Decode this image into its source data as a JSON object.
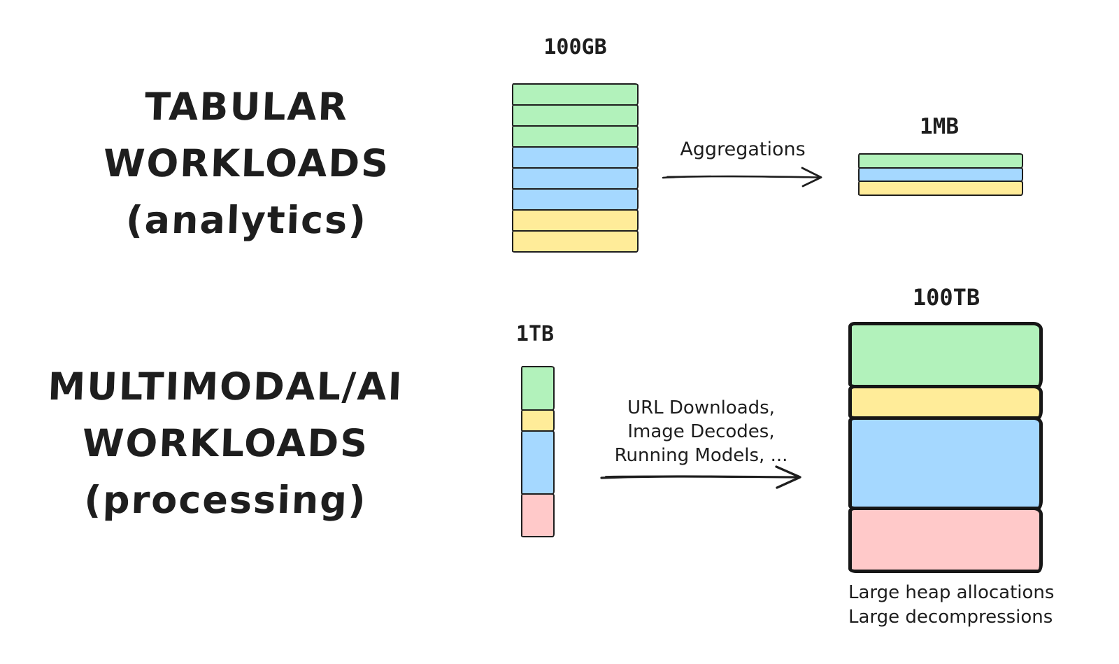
{
  "colors": {
    "ink": "#1e1e1e",
    "green": "#b2f2bb",
    "blue": "#a5d8ff",
    "yellow": "#ffec99",
    "pink": "#ffc9c9"
  },
  "tabular": {
    "title_line1": "TABULAR",
    "title_line2": "WORKLOADS",
    "title_line3": "(analytics)",
    "source_label": "100GB",
    "source_segments": [
      {
        "color": "green",
        "h": 32
      },
      {
        "color": "green",
        "h": 32
      },
      {
        "color": "green",
        "h": 32
      },
      {
        "color": "blue",
        "h": 32
      },
      {
        "color": "blue",
        "h": 32
      },
      {
        "color": "blue",
        "h": 32
      },
      {
        "color": "yellow",
        "h": 32
      },
      {
        "color": "yellow",
        "h": 32
      }
    ],
    "arrow_label": "Aggregations",
    "target_label": "1MB",
    "target_segments": [
      {
        "color": "green",
        "h": 22
      },
      {
        "color": "blue",
        "h": 21
      },
      {
        "color": "yellow",
        "h": 22
      }
    ]
  },
  "multimodal": {
    "title_line1": "MULTIMODAL/AI",
    "title_line2": "WORKLOADS",
    "title_line3": "(processing)",
    "source_label": "1TB",
    "source_segments": [
      {
        "color": "green",
        "h": 64
      },
      {
        "color": "yellow",
        "h": 32
      },
      {
        "color": "blue",
        "h": 92
      },
      {
        "color": "pink",
        "h": 63
      }
    ],
    "arrow_label_line1": "URL Downloads,",
    "arrow_label_line2": "Image Decodes,",
    "arrow_label_line3": "Running Models, ...",
    "target_label": "100TB",
    "target_segments": [
      {
        "color": "green",
        "h": 95
      },
      {
        "color": "yellow",
        "h": 50
      },
      {
        "color": "blue",
        "h": 134
      },
      {
        "color": "pink",
        "h": 95
      }
    ],
    "caption_line1": "Large heap allocations",
    "caption_line2": "Large decompressions"
  }
}
